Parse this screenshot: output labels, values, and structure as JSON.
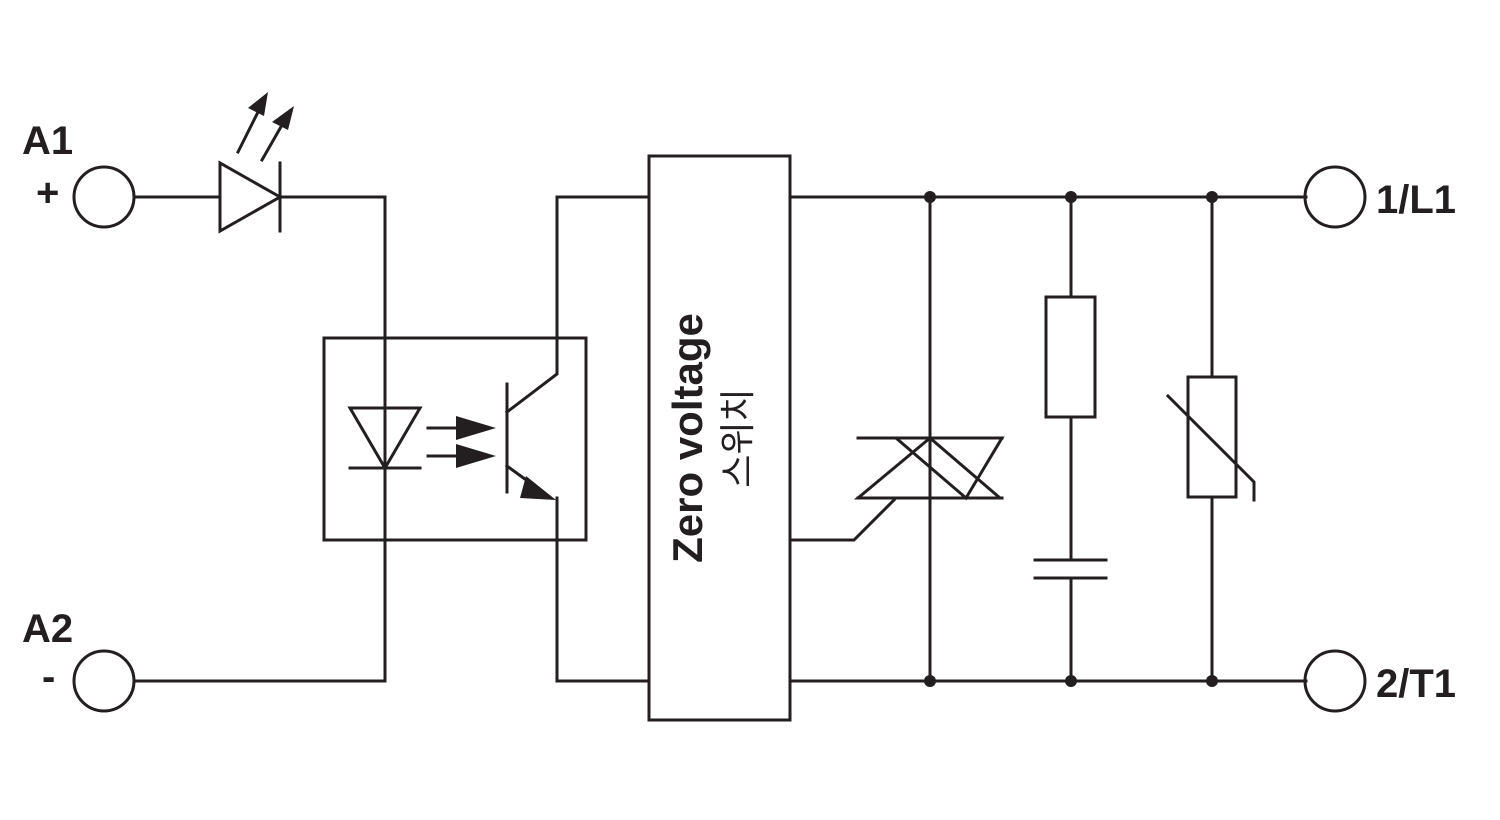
{
  "terminals": {
    "a1": {
      "label": "A1",
      "polarity": "+"
    },
    "a2": {
      "label": "A2",
      "polarity": "-"
    },
    "l1": {
      "label": "1/L1"
    },
    "t1": {
      "label": "2/T1"
    }
  },
  "zero_voltage_block": {
    "label": "Zero voltage",
    "sublabel": "스위치"
  },
  "colors": {
    "line": "#231f20",
    "background": "#ffffff"
  }
}
